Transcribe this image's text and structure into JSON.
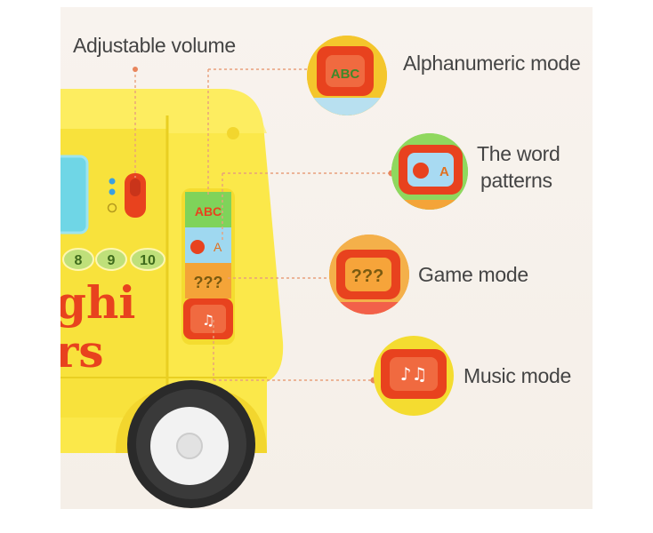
{
  "labels": {
    "volume": "Adjustable volume",
    "alphanumeric": "Alphanumeric mode",
    "word_line1": "The word",
    "word_line2": "patterns",
    "game": "Game mode",
    "music": "Music mode"
  },
  "toy_text": {
    "numbers": [
      "8",
      "9",
      "10"
    ],
    "letters_row1": "ghi",
    "letters_row2": "rs",
    "strip_abc": "ABC",
    "strip_q": "???",
    "bubble_abc": "ABC",
    "bubble_a": "A",
    "bubble_q": "???"
  },
  "colors": {
    "toy_yellow": "#fbe84a",
    "button_red": "#e8421e",
    "callout_line": "#e8a07c",
    "label_text": "#444444",
    "bubble_ring": "#f4c62c"
  }
}
